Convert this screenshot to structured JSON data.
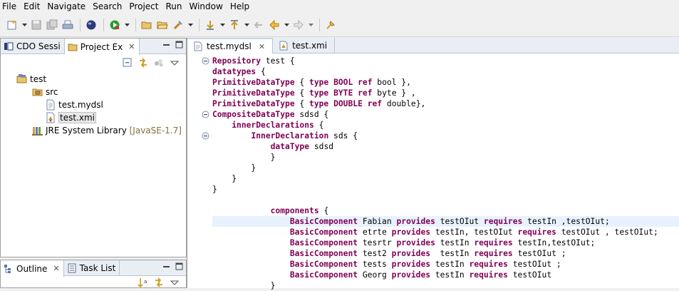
{
  "menu": [
    "File",
    "Edit",
    "Navigate",
    "Search",
    "Project",
    "Run",
    "Window",
    "Help"
  ],
  "toolbar_icons": [
    "new-wizard-icon",
    "save-icon",
    "save-all-icon",
    "print-icon",
    "cdo-icon",
    "run-icon",
    "open-type-icon",
    "open-folder-icon",
    "search-icon",
    "next-annotation-icon",
    "prev-annotation-icon",
    "back-icon",
    "back-arrow-icon",
    "forward-icon",
    "pin-editor-icon"
  ],
  "left_top": {
    "tabs": [
      {
        "label": "CDO Sessi",
        "active": false
      },
      {
        "label": "Project Ex",
        "active": true,
        "close": "✕"
      }
    ],
    "tree": [
      {
        "label": "test",
        "icon": "project-icon"
      },
      {
        "label": "src",
        "icon": "package-folder-icon"
      },
      {
        "label": "test.mydsl",
        "icon": "file-icon"
      },
      {
        "label": "test.xmi",
        "icon": "xmi-file-icon"
      },
      {
        "label": "JRE System Library",
        "extra": "[JavaSE-1.7]",
        "icon": "library-icon"
      }
    ]
  },
  "left_bottom": {
    "tabs": [
      {
        "label": "Outline",
        "active": true,
        "close": "✕"
      },
      {
        "label": "Task List",
        "active": false
      }
    ]
  },
  "editor": {
    "tabs": [
      {
        "label": "test.mydsl",
        "active": true,
        "close": "✕"
      },
      {
        "label": "test.xmi",
        "active": false
      }
    ],
    "lines": [
      [
        {
          "k": "Repository"
        },
        {
          "t": " test {"
        }
      ],
      [
        {
          "k": "datatypes"
        },
        {
          "t": " {"
        }
      ],
      [
        {
          "k": "PrimitiveDataType"
        },
        {
          "t": " { "
        },
        {
          "k": "type"
        },
        {
          "t": " "
        },
        {
          "k": "BOOL"
        },
        {
          "t": " "
        },
        {
          "k": "ref"
        },
        {
          "t": " bool },"
        }
      ],
      [
        {
          "k": "PrimitiveDataType"
        },
        {
          "t": " { "
        },
        {
          "k": "type"
        },
        {
          "t": " "
        },
        {
          "k": "BYTE"
        },
        {
          "t": " "
        },
        {
          "k": "ref"
        },
        {
          "t": " byte } ,"
        }
      ],
      [
        {
          "k": "PrimitiveDataType"
        },
        {
          "t": " { "
        },
        {
          "k": "type"
        },
        {
          "t": " "
        },
        {
          "k": "DOUBLE"
        },
        {
          "t": " "
        },
        {
          "k": "ref"
        },
        {
          "t": " double},"
        }
      ],
      [
        {
          "k": "CompositeDataType"
        },
        {
          "t": " sdsd {"
        }
      ],
      [
        {
          "t": "    "
        },
        {
          "k": "innerDeclarations"
        },
        {
          "t": " {"
        }
      ],
      [
        {
          "t": "        "
        },
        {
          "k": "InnerDeclaration"
        },
        {
          "t": " sds {"
        }
      ],
      [
        {
          "t": "            "
        },
        {
          "k": "dataType"
        },
        {
          "t": " sdsd"
        }
      ],
      [
        {
          "t": "            }"
        }
      ],
      [
        {
          "t": "        }"
        }
      ],
      [
        {
          "t": "    }"
        }
      ],
      [
        {
          "t": "}"
        }
      ],
      [
        {
          "t": ""
        }
      ],
      [
        {
          "t": "            "
        },
        {
          "k": "components"
        },
        {
          "t": " {"
        }
      ],
      [
        {
          "t": "                "
        },
        {
          "k": "BasicComponent"
        },
        {
          "t": " Fabian "
        },
        {
          "k": "provides"
        },
        {
          "t": " testOIut "
        },
        {
          "k": "requires"
        },
        {
          "t": " testIn ,testOIut;"
        }
      ],
      [
        {
          "t": "                "
        },
        {
          "k": "BasicComponent"
        },
        {
          "t": " etrte "
        },
        {
          "k": "provides"
        },
        {
          "t": " testIn, testOIut "
        },
        {
          "k": "requires"
        },
        {
          "t": " testOIut , testOIut;"
        }
      ],
      [
        {
          "t": "                "
        },
        {
          "k": "BasicComponent"
        },
        {
          "t": " tesrtr "
        },
        {
          "k": "provides"
        },
        {
          "t": " testIn "
        },
        {
          "k": "requires"
        },
        {
          "t": " testIn,testOIut;"
        }
      ],
      [
        {
          "t": "                "
        },
        {
          "k": "BasicComponent"
        },
        {
          "t": " test2 "
        },
        {
          "k": "provides"
        },
        {
          "t": "  testIn "
        },
        {
          "k": "requires"
        },
        {
          "t": " testOIut ;"
        }
      ],
      [
        {
          "t": "                "
        },
        {
          "k": "BasicComponent"
        },
        {
          "t": " tests "
        },
        {
          "k": "provides"
        },
        {
          "t": " testIn "
        },
        {
          "k": "requires"
        },
        {
          "t": " testOIut ;"
        }
      ],
      [
        {
          "t": "                "
        },
        {
          "k": "BasicComponent"
        },
        {
          "t": " Georg "
        },
        {
          "k": "provides"
        },
        {
          "t": " testIn "
        },
        {
          "k": "requires"
        },
        {
          "t": " testOIut"
        }
      ],
      [
        {
          "t": "            }"
        }
      ]
    ],
    "highlighted_line": 15,
    "fold_lines": [
      0,
      5,
      7
    ]
  }
}
